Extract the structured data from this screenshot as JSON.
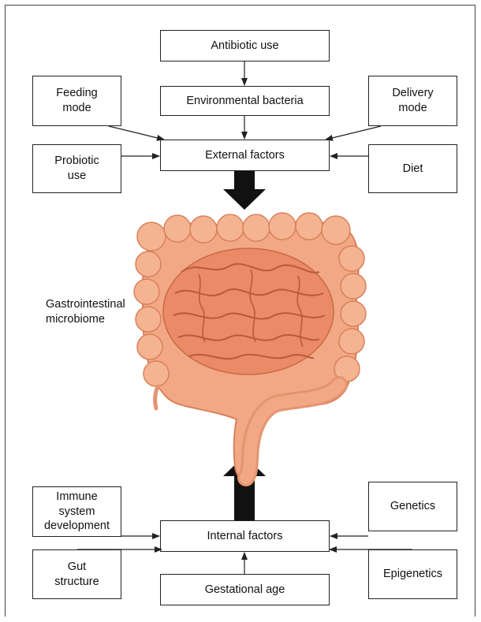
{
  "external": {
    "antibiotic": "Antibiotic use",
    "environmental": "Environmental bacteria",
    "feeding": "Feeding\nmode",
    "delivery": "Delivery\nmode",
    "probiotic": "Probiotic\nuse",
    "external_factors": "External factors",
    "diet": "Diet"
  },
  "center": {
    "microbiome_label": "Gastrointestinal\nmicrobiome",
    "illustration_icon": "intestine-illustration"
  },
  "internal": {
    "immune": "Immune\nsystem\ndevelopment",
    "internal_factors": "Internal factors",
    "genetics": "Genetics",
    "gut_structure": "Gut\nstructure",
    "gestational_age": "Gestational age",
    "epigenetics": "Epigenetics"
  },
  "colors": {
    "intestine_fill": "#f0a27a",
    "intestine_shade": "#d9805a",
    "arrow": "#111111"
  }
}
